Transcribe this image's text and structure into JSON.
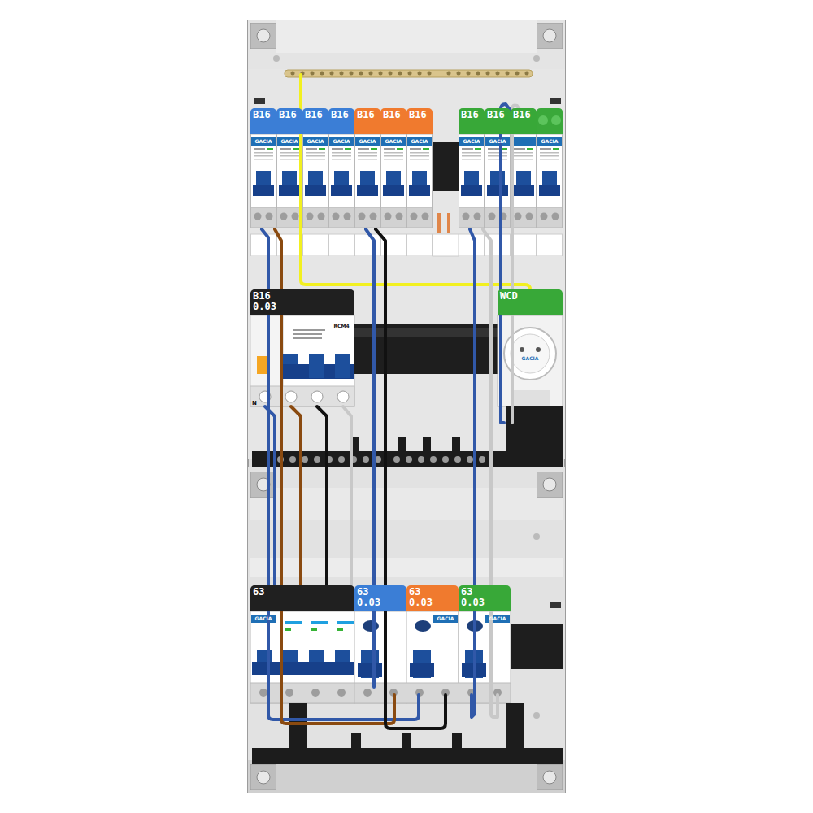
{
  "diagram": {
    "nodes": [
      {
        "text": [
          "B16"
        ]
      },
      {
        "text": [
          "B16"
        ]
      },
      {
        "text": [
          "B16"
        ]
      },
      {
        "text": [
          "B16"
        ]
      },
      {
        "text": [
          "B16"
        ]
      },
      {
        "text": [
          "B16"
        ]
      },
      {
        "text": [
          "B16"
        ]
      },
      {
        "text": [
          "B16"
        ]
      },
      {
        "text": [
          "B16"
        ]
      },
      {
        "text": [
          "B16"
        ]
      },
      {
        "text": [
          "B16",
          "0.03"
        ]
      },
      {
        "text": [
          "WCD"
        ]
      },
      {
        "text": [
          "63"
        ]
      },
      {
        "text": [
          "63",
          "0.03"
        ]
      },
      {
        "text": [
          "63",
          "0.03"
        ]
      },
      {
        "text": [
          "63",
          "0.03"
        ]
      }
    ],
    "labels": [
      "GACIA",
      "GACIA",
      "GACIA",
      "GACIA",
      "GACIA",
      "GACIA",
      "GACIA",
      "GACIA",
      "GACIA",
      "GACIA",
      "RCM4",
      "N",
      "GACIA",
      "GACIA",
      "GACIA",
      "GACIA"
    ]
  }
}
